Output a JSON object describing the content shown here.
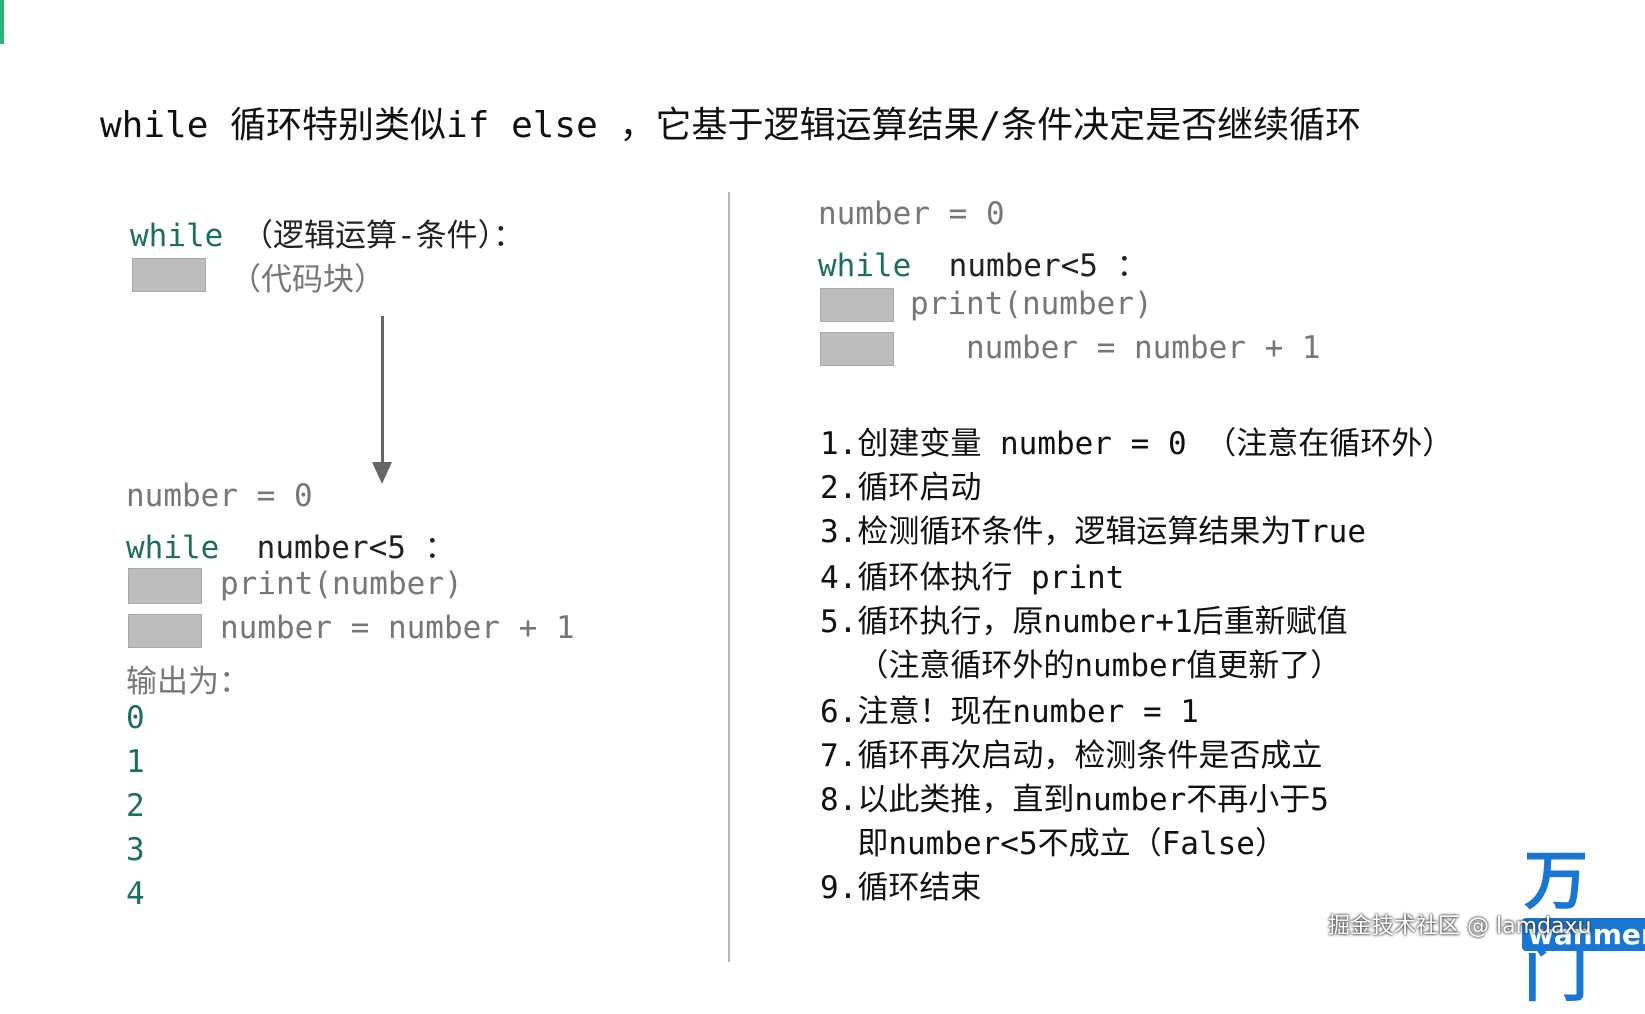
{
  "headline": {
    "kw": "while",
    "text": " 循环特别类似if else ，它基于逻辑运算结果/条件决定是否继续循环"
  },
  "left": {
    "syntax": {
      "kw": "while",
      "condition": " （逻辑运算-条件）：",
      "block_label": "（代码块）"
    },
    "example": {
      "line1": "number = 0",
      "line2_kw": "while",
      "line2_cond": "  number<5 ：",
      "line3": "print(number)",
      "line4": "number = number + 1",
      "output_label": "输出为：",
      "outputs": [
        "0",
        "1",
        "2",
        "3",
        "4"
      ]
    }
  },
  "right": {
    "code": {
      "line1": "number = 0",
      "line2_kw": "while",
      "line2_cond": "  number<5 ：",
      "line3": "print(number)",
      "line4": "   number = number + 1"
    },
    "steps": [
      "1.创建变量 number = 0 （注意在循环外）",
      "2.循环启动",
      "3.检测循环条件，逻辑运算结果为True",
      "4.循环体执行 print",
      "5.循环执行，原number+1后重新赋值",
      "  （注意循环外的number值更新了）",
      "6.注意！现在number = 1",
      "7.循环再次启动，检测条件是否成立",
      "8.以此类推，直到number不再小于5",
      "  即number<5不成立（False）",
      "9.循环结束"
    ]
  },
  "branding": {
    "logo_text": "万门",
    "logo_sub": "wanmen",
    "watermark": "掘金技术社区 @ lamdaxu"
  }
}
